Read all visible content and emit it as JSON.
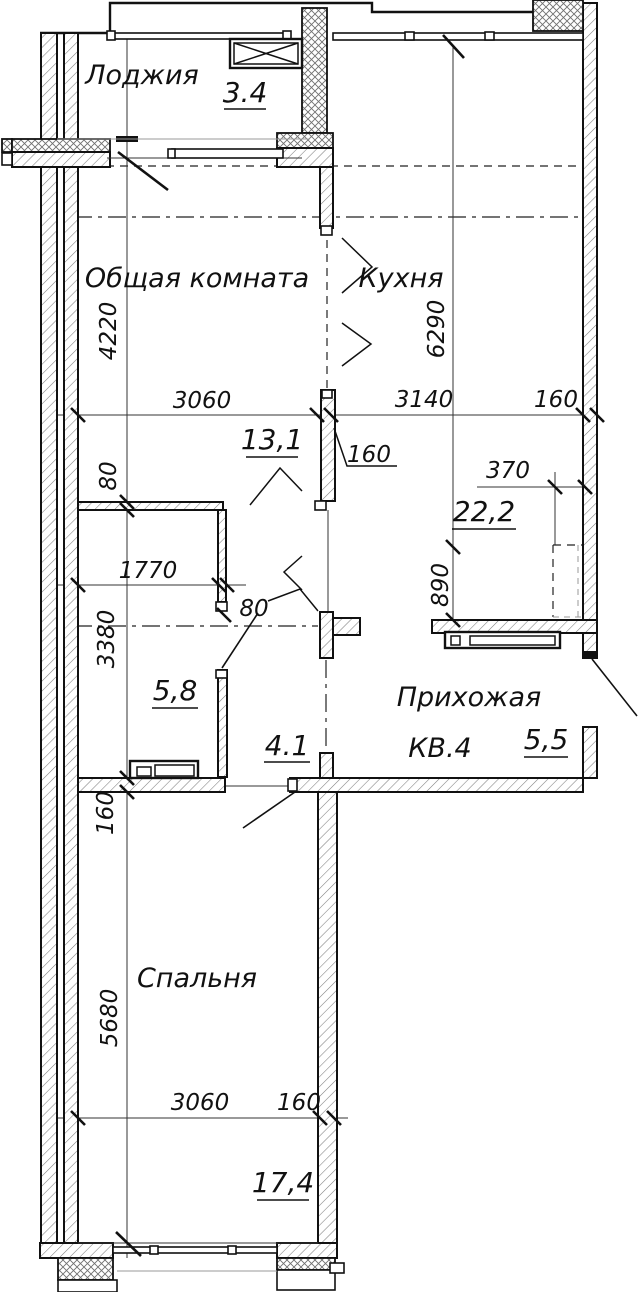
{
  "rooms": {
    "loggia": {
      "name": "Лоджия",
      "area": "3.4"
    },
    "living": {
      "name": "Общая комната",
      "area": "13,1"
    },
    "kitchen": {
      "name": "Кухня",
      "area": "22,2"
    },
    "storage": {
      "area": "5,8"
    },
    "corridor": {
      "area": "4.1"
    },
    "hallway": {
      "name": "Прихожая",
      "area": "5,5"
    },
    "bedroom": {
      "name": "Спальня",
      "area": "17,4"
    },
    "apartment_label": "КВ.4"
  },
  "dimensions": {
    "left_top": "4220",
    "left_wall80": "80",
    "left_mid": "3380",
    "left_wall160": "160",
    "left_bottom": "5680",
    "top_chain": [
      "3060",
      "3140",
      "160"
    ],
    "mid_1770": "1770",
    "mid_80": "80",
    "mid_160": "160",
    "kitchen_height": "6290",
    "kitchen_370": "370",
    "kitchen_890": "890",
    "bottom_chain": [
      "3060",
      "160"
    ]
  },
  "colors": {
    "line": "#111111",
    "hatch": "#808080",
    "background": "#ffffff"
  }
}
